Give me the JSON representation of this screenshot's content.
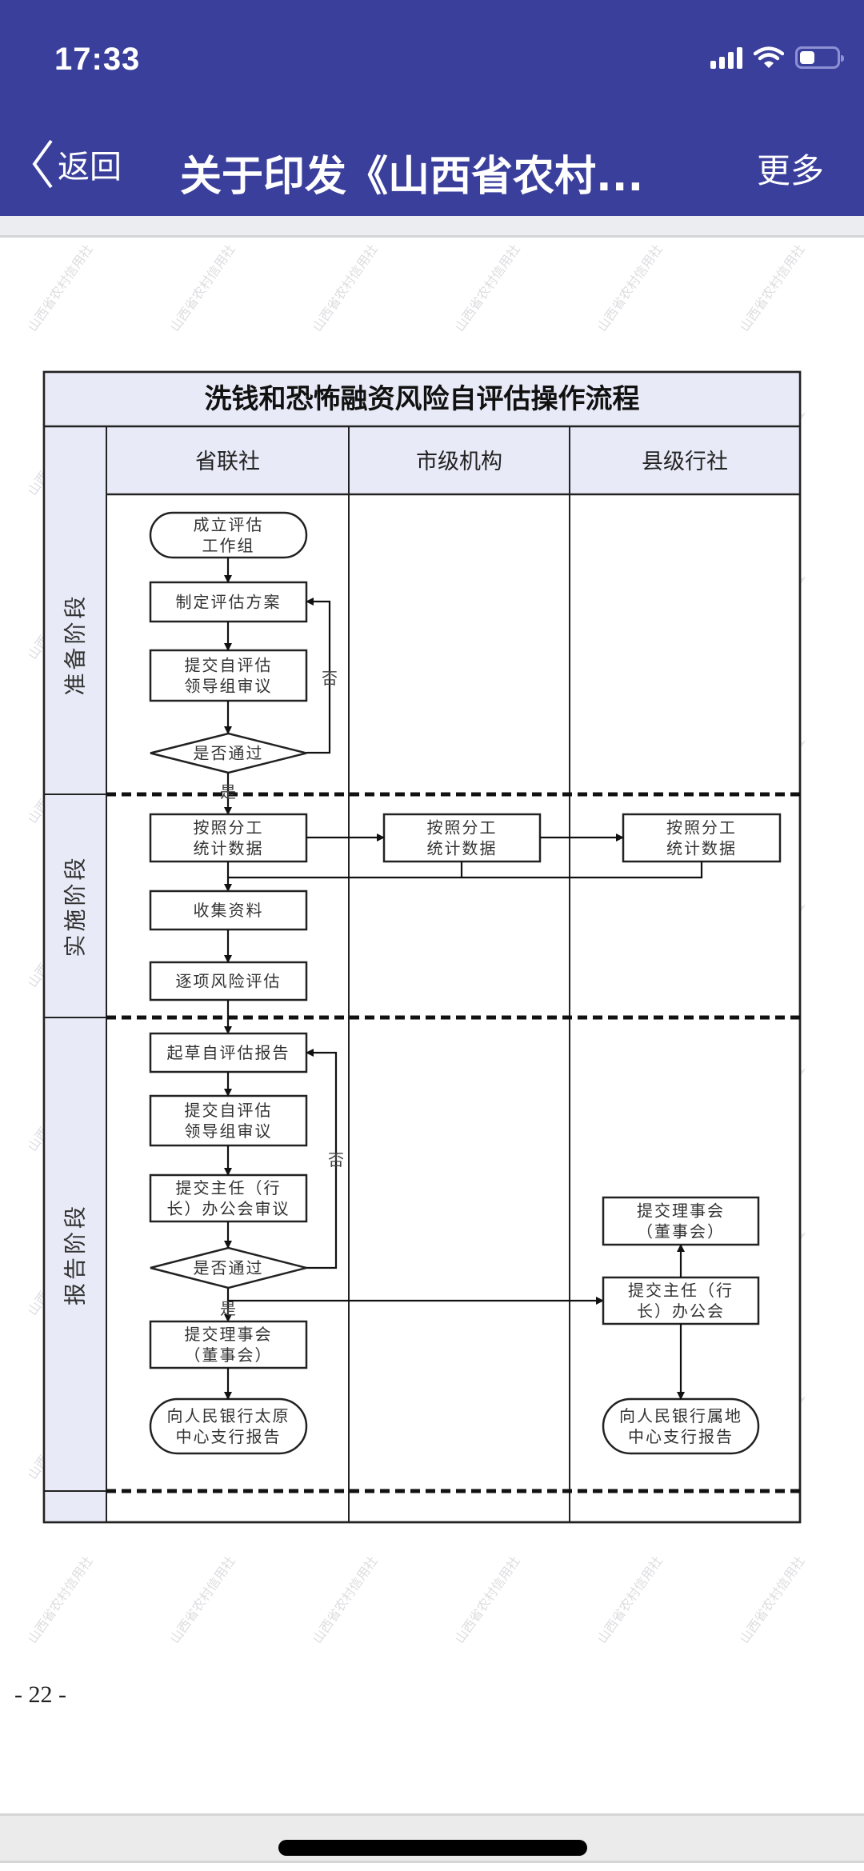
{
  "status_bar": {
    "time": "17:33",
    "signal_icon": "cellular-signal-icon",
    "wifi_icon": "wifi-icon",
    "battery_icon": "battery-icon",
    "battery_level_fraction": 0.4
  },
  "nav": {
    "back_icon": "chevron-left-icon",
    "back_label": "返回",
    "title": "关于印发《山西省农村...",
    "more_label": "更多"
  },
  "colors": {
    "header_bg": "#3a3f9c",
    "lane_bg": "#e8ebf7",
    "line": "#222222"
  },
  "watermark": "山西省农村信用社",
  "flowchart": {
    "title": "洗钱和恐怖融资风险自评估操作流程",
    "lanes": [
      "省联社",
      "市级机构",
      "县级行社"
    ],
    "phases": [
      "准备阶段",
      "实施阶段",
      "报告阶段"
    ],
    "nodes": {
      "p1_start": [
        "成立评估",
        "工作组"
      ],
      "p1_plan": [
        "制定评估方案"
      ],
      "p1_submit": [
        "提交自评估",
        "领导组审议"
      ],
      "p1_decision": [
        "是否通过"
      ],
      "p2_prov": [
        "按照分工",
        "统计数据"
      ],
      "p2_city": [
        "按照分工",
        "统计数据"
      ],
      "p2_county": [
        "按照分工",
        "统计数据"
      ],
      "p2_collect": [
        "收集资料"
      ],
      "p2_assess": [
        "逐项风险评估"
      ],
      "p3_draft": [
        "起草自评估报告"
      ],
      "p3_submit": [
        "提交自评估",
        "领导组审议"
      ],
      "p3_director": [
        "提交主任（行",
        "长）办公会审议"
      ],
      "p3_decision": [
        "是否通过"
      ],
      "p3_board": [
        "提交理事会",
        "（董事会）"
      ],
      "p3_report": [
        "向人民银行太原",
        "中心支行报告"
      ],
      "county_board": [
        "提交理事会",
        "（董事会）"
      ],
      "county_director": [
        "提交主任（行",
        "长）办公会"
      ],
      "county_report": [
        "向人民银行属地",
        "中心支行报告"
      ]
    },
    "edge_labels": {
      "yes": "是",
      "no": "否"
    }
  },
  "footer": {
    "page_number": "- 22 -"
  }
}
